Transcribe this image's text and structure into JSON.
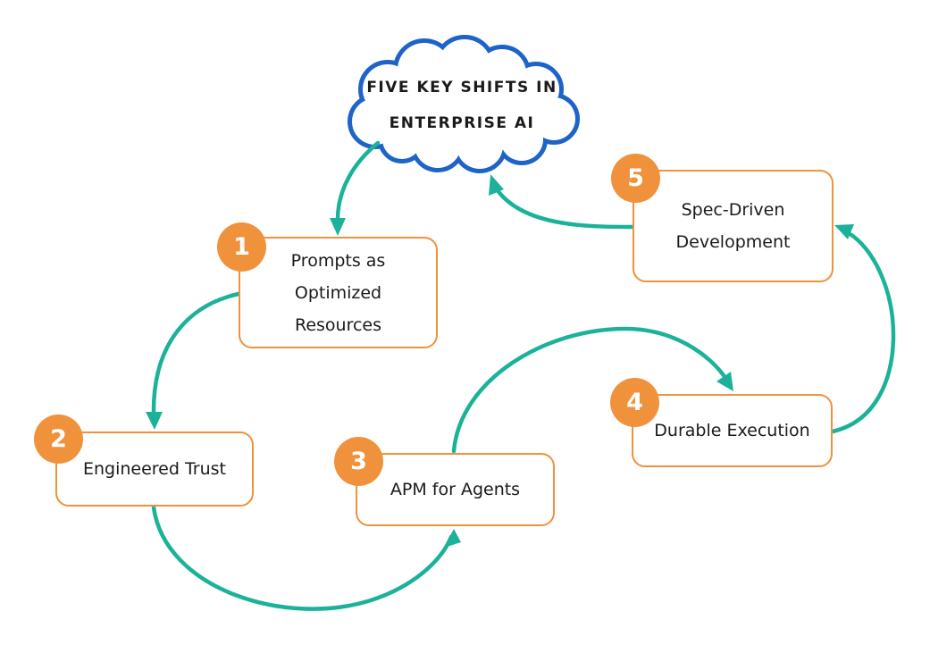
{
  "title": {
    "lines": [
      "FIVE KEY SHIFTS IN",
      "ENTERPRISE AI"
    ]
  },
  "nodes": [
    {
      "badge": "1",
      "label": "Prompts as Optimized Resources",
      "lines": [
        "Prompts as Optimized",
        "Resources"
      ]
    },
    {
      "badge": "2",
      "label": "Engineered Trust",
      "lines": [
        "Engineered Trust"
      ]
    },
    {
      "badge": "3",
      "label": "APM for Agents",
      "lines": [
        "APM for Agents"
      ]
    },
    {
      "badge": "4",
      "label": "Durable Execution",
      "lines": [
        "Durable Execution"
      ]
    },
    {
      "badge": "5",
      "label": "Spec-Driven Development",
      "lines": [
        "Spec-Driven",
        "Development"
      ]
    }
  ],
  "connections": [
    {
      "from": "title-cloud",
      "to": "node-1"
    },
    {
      "from": "node-1",
      "to": "node-2"
    },
    {
      "from": "node-2",
      "to": "node-3"
    },
    {
      "from": "node-3",
      "to": "node-4"
    },
    {
      "from": "node-4",
      "to": "node-5"
    },
    {
      "from": "node-5",
      "to": "title-cloud"
    }
  ],
  "colors": {
    "orange": "#F0913C",
    "teal": "#1CB299",
    "blue": "#1E64C8",
    "text": "#1A1A1A",
    "background": "#FFFFFF"
  }
}
